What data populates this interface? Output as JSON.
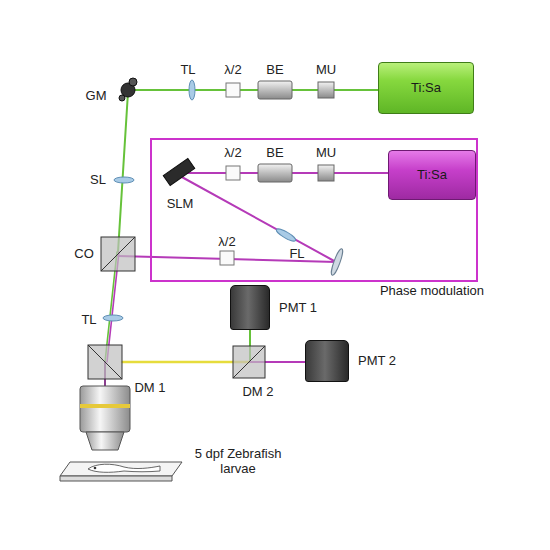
{
  "diagram": {
    "nodes": [
      {
        "text": [
          "Ti:Sa"
        ]
      },
      {
        "text": [
          "Phase modulation"
        ]
      },
      {
        "text": [
          "Ti:Sa"
        ],
        "in": 1
      },
      {
        "text": [
          "PMT 1"
        ]
      },
      {
        "text": [
          "PMT 2"
        ]
      }
    ],
    "labels": [
      "GM",
      "TL",
      "λ/2",
      "BE",
      "MU",
      "SLM",
      "λ/2",
      "BE",
      "MU",
      "SL",
      "FL",
      "CO",
      "λ/2",
      "TL",
      "DM 1",
      "DM 2",
      "5 dpf Zebrafish larvae"
    ]
  }
}
